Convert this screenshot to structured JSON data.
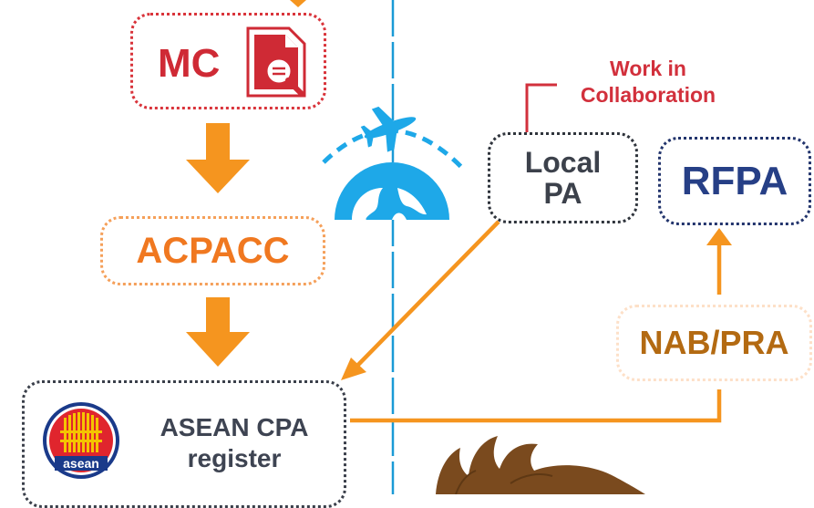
{
  "nodes": {
    "mc": "MC",
    "acpacc": "ACPACC",
    "asean_line1": "ASEAN CPA",
    "asean_line2": "register",
    "local_line1": "Local",
    "local_line2": "PA",
    "rfpa": "RFPA",
    "nab": "NAB/PRA"
  },
  "collaboration": {
    "line1": "Work in",
    "line2": "Collaboration"
  },
  "logo": {
    "text": "asean"
  },
  "colors": {
    "red": "#d2303c",
    "orange": "#f5951f",
    "divider": "#1a9ad6",
    "globe": "#1ea8e8",
    "navy": "#263f86",
    "brown": "#7a4a1e"
  }
}
